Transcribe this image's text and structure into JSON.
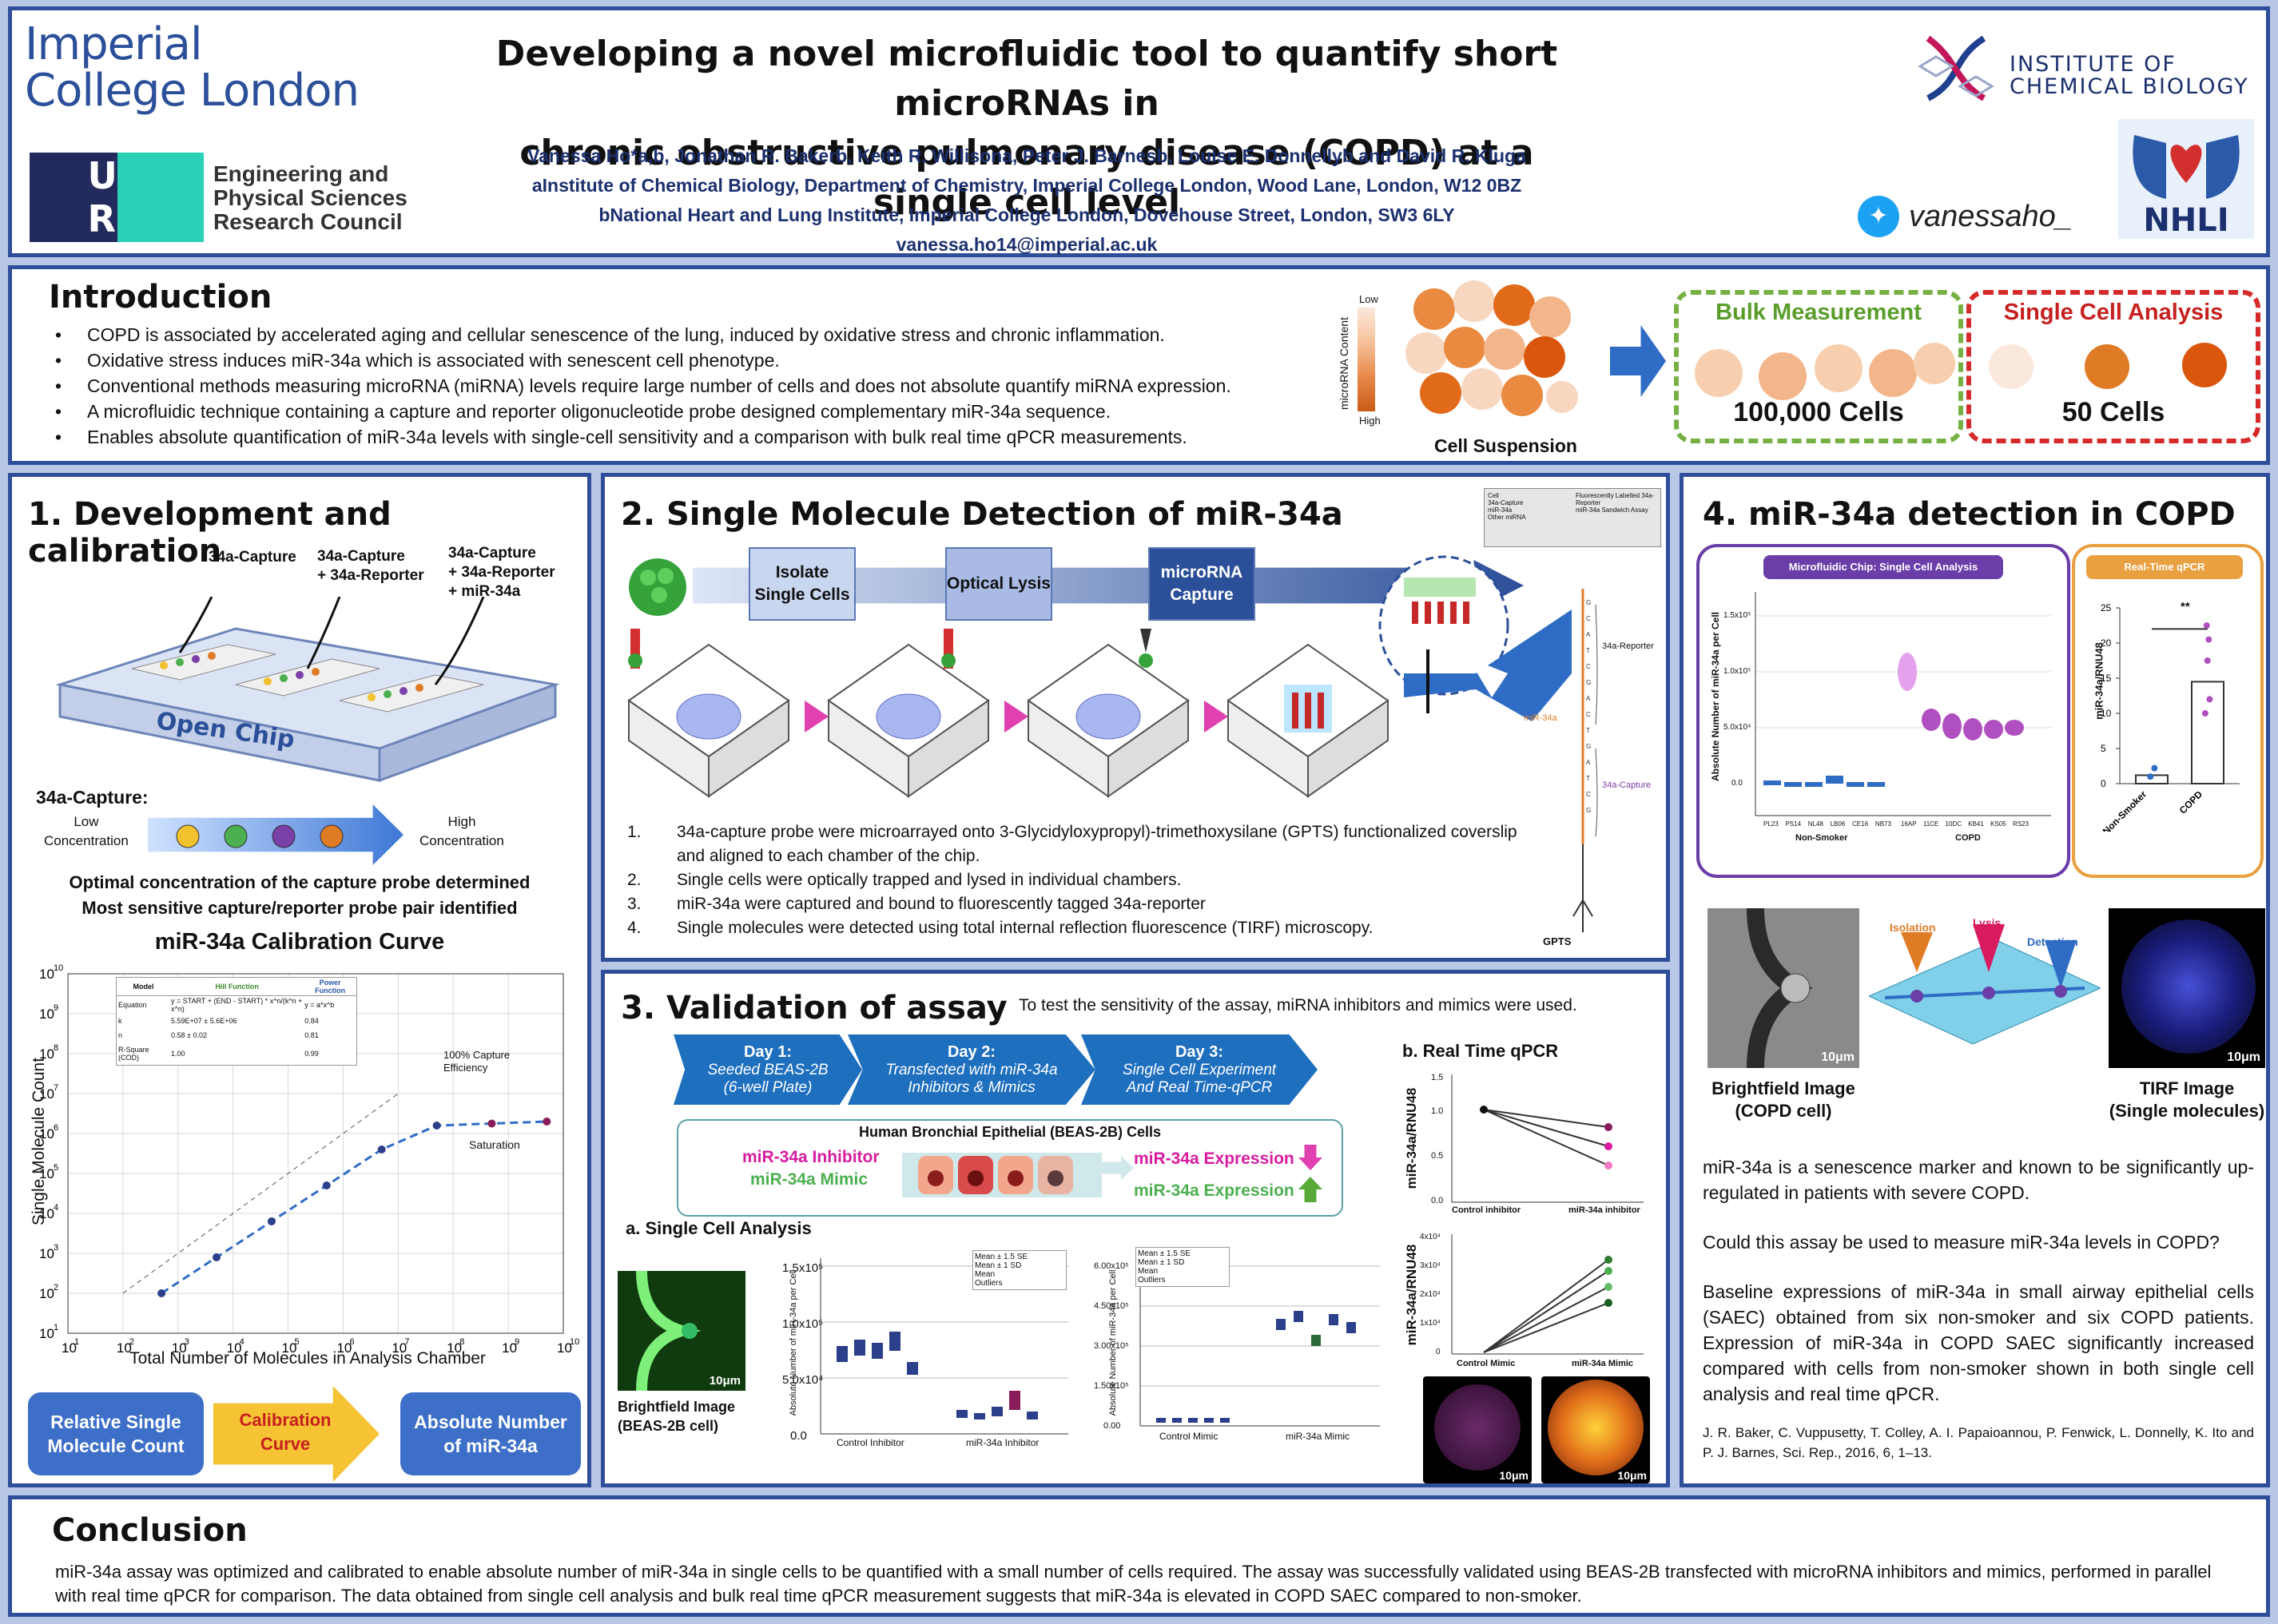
{
  "header": {
    "imperial_logo": "Imperial College London",
    "ukri_text": "Engineering and Physical Sciences Research Council",
    "title_line1": "Developing a novel microfluidic tool to quantify short microRNAs in",
    "title_line2": "chronic obstructive pulmonary disease (COPD) at a single cell level",
    "authors": "Vanessa Ho*a,b, Jonathan R. Bakerb, Keith R. Willisona, Peter J. Barnesb, Louise E. Donnellyb and David R. Kluga",
    "affil_a": "aInstitute of Chemical Biology, Department of Chemistry, Imperial College London, Wood Lane, London, W12 0BZ",
    "affil_b": "bNational Heart and Lung Institute, Imperial College London, Dovehouse Street, London, SW3 6LY",
    "email": "vanessa.ho14@imperial.ac.uk",
    "icb_logo_line1": "INSTITUTE OF",
    "icb_logo_line2": "CHEMICAL BIOLOGY",
    "twitter_handle": "vanessaho_",
    "nhli_logo": "NHLI"
  },
  "intro": {
    "title": "Introduction",
    "bullets": [
      "COPD is associated by accelerated aging and cellular senescence of the lung, induced by  oxidative stress and chronic inflammation.",
      "Oxidative stress induces miR-34a which is associated with senescent cell phenotype.",
      "Conventional methods measuring microRNA (miRNA) levels require large number of cells and does not absolute quantify miRNA expression.",
      "A microfluidic technique containing a capture and reporter oligonucleotide probe designed complementary  miR-34a sequence.",
      "Enables absolute quantification of miR-34a levels with single-cell sensitivity and a comparison with bulk real time qPCR measurements."
    ],
    "scale_label": "microRNA Content",
    "scale_low": "Low",
    "scale_high": "High",
    "cell_suspension": "Cell Suspension",
    "bulk_title": "Bulk Measurement",
    "bulk_cells": "100,000 Cells",
    "single_title": "Single Cell Analysis",
    "single_cells": "50 Cells"
  },
  "sec1": {
    "title": "1. Development and calibration",
    "label_capture": "34a-Capture",
    "label_capture_reporter": "34a-Capture\n+ 34a-Reporter",
    "label_full": "34a-Capture\n+ 34a-Reporter\n+ miR-34a",
    "open_chip": "Open Chip",
    "capture_title": "34a-Capture:",
    "low_conc": "Low\nConcentration",
    "high_conc": "High\nConcentration",
    "optimal_line1": "Optimal concentration of the capture probe determined",
    "optimal_line2": "Most sensitive capture/reporter probe pair identified",
    "curve_title": "miR-34a Calibration Curve",
    "ylabel": "Single Molecule Count",
    "xlabel": "Total Number of Molecules in Analysis Chamber",
    "annot_capture": "100% Capture\nEfficiency",
    "annot_saturation": "Saturation",
    "table_headers": [
      "Model",
      "Hill Function",
      "Power Function"
    ],
    "table_rows": [
      [
        "Equation",
        "y = START + (END - START) * x^n/(k^n + x^n)",
        "y = a*x^b"
      ],
      [
        "k",
        "5.59E+07 ± 5.6E+06",
        "0.84"
      ],
      [
        "n",
        "0.58 ± 0.02",
        "0.81"
      ],
      [
        "R-Square (COD)",
        "1.00",
        "0.99"
      ]
    ],
    "flow_a": "Relative Single\nMolecule Count",
    "flow_b": "Calibration\nCurve",
    "flow_c": "Absolute Number\nof miR-34a"
  },
  "calib_chart": {
    "type": "scatter",
    "x_ticks": [
      "10",
      "10",
      "10",
      "10",
      "10",
      "10",
      "10",
      "10",
      "10",
      "10"
    ],
    "x_exp": [
      "1",
      "2",
      "3",
      "4",
      "5",
      "6",
      "7",
      "8",
      "9",
      "10"
    ],
    "y_ticks": [
      "10",
      "10",
      "10",
      "10",
      "10",
      "10",
      "10",
      "10",
      "10",
      "10"
    ],
    "y_exp": [
      "1",
      "2",
      "3",
      "4",
      "5",
      "6",
      "7",
      "8",
      "9",
      "10"
    ],
    "xlim_log10": [
      1,
      10
    ],
    "ylim_log10": [
      1,
      10
    ],
    "points_log10": [
      [
        2.7,
        2.0
      ],
      [
        3.7,
        2.9
      ],
      [
        4.7,
        3.8
      ],
      [
        5.7,
        4.7
      ],
      [
        6.7,
        5.6
      ],
      [
        7.7,
        6.2
      ],
      [
        8.7,
        6.25
      ],
      [
        9.7,
        6.3
      ]
    ]
  },
  "sec2": {
    "title": "2. Single Molecule Detection of miR-34a",
    "step1": "Isolate\nSingle Cells",
    "step2": "Optical Lysis",
    "step3": "microRNA\nCapture",
    "legend": [
      "Cell",
      "34a-Capture",
      "miR-34a",
      "Other miRNA",
      "Fluorescently Labelled 34a-Reporter",
      "miR-34a Sandwich Assay"
    ],
    "probe_reporter": "34a-Reporter",
    "probe_capture": "34a-Capture",
    "probe_mir": "miR-34a",
    "gpts": "GPTS",
    "steps": [
      "34a-capture probe were microarrayed onto 3-Glycidyloxypropyl)-trimethoxysilane (GPTS) functionalized coverslip and aligned to each chamber of the chip.",
      "Single cells were optically trapped and lysed in individual chambers.",
      "miR-34a were captured and bound to fluorescently tagged 34a-reporter",
      "Single molecules were detected using total internal reflection fluorescence (TIRF)  microscopy."
    ]
  },
  "sec3": {
    "title": "3. Validation of assay",
    "intro": "To test the sensitivity of the assay, miRNA inhibitors and mimics were used.",
    "day1_title": "Day 1:",
    "day1_text": "Seeded BEAS-2B\n(6-well Plate)",
    "day2_title": "Day 2:",
    "day2_text": "Transfected with miR-34a\nInhibitors & Mimics",
    "day3_title": "Day 3:",
    "day3_text": "Single Cell Experiment\nAnd Real Time-qPCR",
    "cells_title": "Human Bronchial Epithelial (BEAS-2B) Cells",
    "inhibitor": "miR-34a Inhibitor",
    "mimic": "miR-34a Mimic",
    "expr_down": "miR-34a Expression",
    "expr_up": "miR-34a Expression",
    "sca_title": "a. Single Cell Analysis",
    "bf_label": "Brightfield Image\n(BEAS-2B cell)",
    "scale_bar": "10μm",
    "sca_ylabel": "Absolute Number of miR-34a per Cell",
    "sca_x1": [
      "Control Inhibitor",
      "miR-34a Inhibitor"
    ],
    "sca_x2": [
      "Control Mimic",
      "miR-34a Mimic"
    ],
    "box_legend": [
      "Mean ± 1.5 SE",
      "Mean ± 1 SD",
      "Mean",
      "Outliers"
    ],
    "sca_yticks1": [
      "0.0",
      "5.0x10⁴",
      "1.0x10⁵",
      "1.5x10⁵"
    ],
    "sca_yticks2": [
      "0.00",
      "1.50x10⁵",
      "3.00x10⁵",
      "4.50x10⁵",
      "6.00x10⁵"
    ],
    "qpcr_title": "b. Real Time qPCR",
    "qpcr_ylabel": "miR-34a/RNU48",
    "qpcr_x1": [
      "Control inhibitor",
      "miR-34a inhibitor"
    ],
    "qpcr_x2": [
      "Control Mimic",
      "miR-34a Mimic"
    ],
    "qpcr_yticks1": [
      "0.0",
      "0.5",
      "1.0",
      "1.5"
    ],
    "qpcr_yticks2": [
      "0",
      "1x10⁴",
      "2x10⁴",
      "3x10⁴",
      "4x10⁴"
    ]
  },
  "sec4": {
    "title": "4. miR-34a detection in  COPD",
    "chip_header": "Microfluidic Chip: Single Cell Analysis",
    "qpcr_header": "Real-Time qPCR",
    "chip_ylabel": "Absolute Number of miR-34a per Cell",
    "chip_yticks": [
      "0.0",
      "5.0x10⁴",
      "1.0x10⁵",
      "1.5x10⁵"
    ],
    "chip_groups": [
      "Non-Smoker",
      "COPD"
    ],
    "chip_x_ns": [
      "PL23",
      "PS14",
      "NL48",
      "LB06",
      "CE16",
      "NB73"
    ],
    "chip_x_copd": [
      "16AP",
      "11CE",
      "10DC",
      "KB41",
      "KS05",
      "RS23"
    ],
    "qpcr_ylabel": "miR-34a/RNU48",
    "qpcr_yticks": [
      "0",
      "5",
      "10",
      "15",
      "20",
      "25"
    ],
    "qpcr_x": [
      "Non-Smoker",
      "COPD"
    ],
    "sig": "**",
    "isolation": "Isolation",
    "lysis": "Lysis",
    "detection": "Detection",
    "bf_label": "Brightfield Image\n(COPD cell)",
    "tirf_label": "TIRF Image\n(Single molecules)",
    "scale_bar": "10μm",
    "para1": "miR-34a is a senescence marker and known to be significantly up-regulated in patients with severe COPD.",
    "para2": "Could this assay be used to measure miR-34a levels in COPD?",
    "para3": "Baseline expressions of miR-34a in small airway epithelial cells (SAEC) obtained from six non-smoker and six COPD patients. Expression of miR-34a in COPD SAEC significantly increased compared with cells from non-smoker shown in both single cell analysis and real time qPCR.",
    "ref": "J. R. Baker, C. Vuppusetty, T. Colley, A. I. Papaioannou, P. Fenwick, L. Donnelly, K. Ito and P. J. Barnes, Sci. Rep., 2016, 6, 1–13."
  },
  "conclusion": {
    "title": "Conclusion",
    "text": "miR-34a assay was optimized and calibrated to enable absolute number of miR-34a in single cells to be quantified with a small number of cells required. The assay was successfully validated using BEAS-2B transfected with microRNA inhibitors and mimics, performed in parallel with real time qPCR for comparison. The data obtained from single cell analysis and bulk real time qPCR measurement suggests that miR-34a is elevated in COPD SAEC compared to non-smoker."
  },
  "chart_data": [
    {
      "type": "scatter",
      "title": "miR-34a Calibration Curve",
      "xlabel": "Total Number of Molecules in Analysis Chamber",
      "ylabel": "Single Molecule Count",
      "xscale": "log",
      "yscale": "log",
      "xlim": [
        10,
        10000000000
      ],
      "ylim": [
        10,
        10000000000
      ],
      "x": [
        500,
        5000,
        50000,
        500000,
        5000000,
        50000000,
        500000000,
        5000000000
      ],
      "y": [
        100,
        800,
        6300,
        50000,
        400000,
        1600000,
        1800000,
        2000000
      ]
    },
    {
      "type": "bar",
      "title": "Real-Time qPCR",
      "ylabel": "miR-34a/RNU48",
      "categories": [
        "Non-Smoker",
        "COPD"
      ],
      "values": [
        1.2,
        14.5
      ],
      "ylim": [
        0,
        25
      ]
    }
  ],
  "colors": {
    "border": "#2f4e9a",
    "accent_blue": "#1f6fbf",
    "green": "#4caf50",
    "red": "#d32f2f",
    "magenta": "#d81b9f",
    "orange": "#e07b25"
  }
}
